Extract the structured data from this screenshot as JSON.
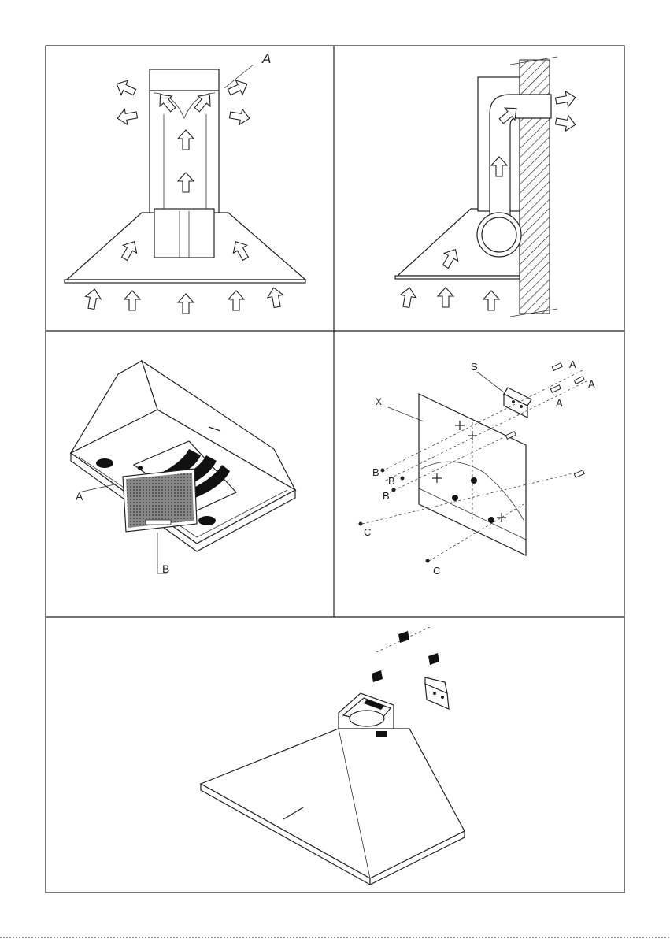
{
  "panels": {
    "p1": {
      "label_a": "A"
    },
    "p2": {},
    "p3": {
      "label_a": "A",
      "label_b": "B"
    },
    "p4": {
      "label_s": "S",
      "label_x": "X",
      "label_a": "A",
      "label_b": "B",
      "label_c": "C"
    },
    "p5": {}
  },
  "colors": {
    "line": "#222222",
    "background": "#ffffff",
    "filter": "#555555"
  }
}
